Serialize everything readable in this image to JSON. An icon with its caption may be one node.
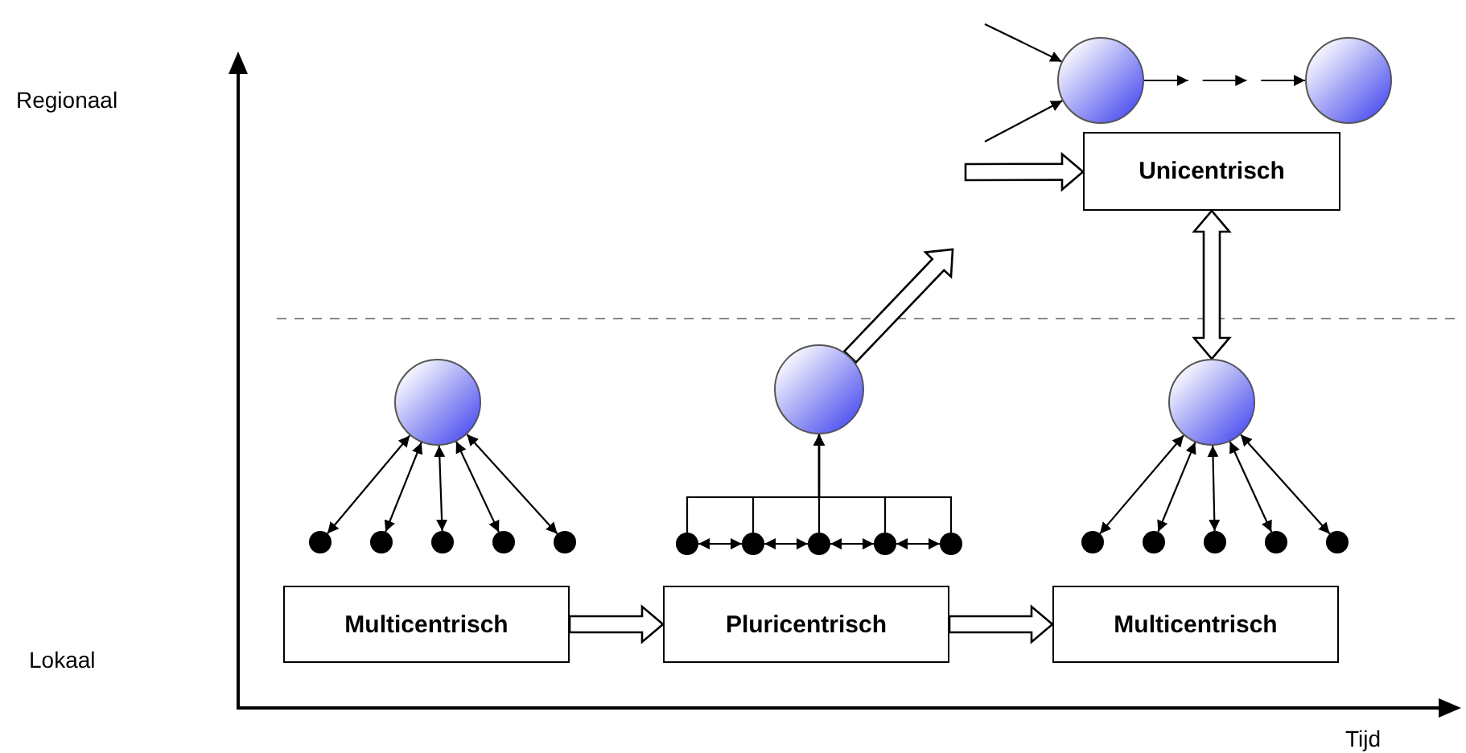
{
  "diagram": {
    "nodes": [
      {
        "text": [],
        "shape": "circle"
      },
      {
        "text": [],
        "shape": "circle"
      },
      {
        "text": [
          "Unicentrisch"
        ]
      },
      {
        "text": [],
        "shape": "circle"
      },
      {
        "text": [],
        "shape": "circle"
      },
      {
        "text": [],
        "shape": "circle"
      },
      {
        "text": [],
        "shape": "circle"
      },
      {
        "text": [],
        "shape": "circle"
      },
      {
        "text": [],
        "shape": "circle"
      },
      {
        "text": [],
        "shape": "circle"
      },
      {
        "text": [],
        "shape": "circle"
      },
      {
        "text": [],
        "shape": "circle"
      },
      {
        "text": [],
        "shape": "circle"
      },
      {
        "text": [],
        "shape": "circle"
      },
      {
        "text": [],
        "shape": "circle"
      },
      {
        "text": [],
        "shape": "circle"
      },
      {
        "text": [],
        "shape": "circle"
      },
      {
        "text": [],
        "shape": "circle"
      },
      {
        "text": [],
        "shape": "circle"
      },
      {
        "text": [],
        "shape": "circle"
      },
      {
        "text": [],
        "shape": "circle"
      },
      {
        "text": [
          "Multicentrisch"
        ]
      },
      {
        "text": [
          "Pluricentrisch"
        ]
      },
      {
        "text": [
          "Multicentrisch"
        ]
      }
    ],
    "edges": [
      {
        "from": null,
        "to": 0,
        "arrow": "to"
      },
      {
        "from": null,
        "to": 0,
        "arrow": "to"
      },
      {
        "from": 0,
        "to": 1,
        "arrow": "to",
        "style": "dashed"
      },
      {
        "from": 9,
        "to": null,
        "arrow": "to",
        "style": "thick"
      },
      {
        "from": null,
        "to": 2,
        "arrow": "to",
        "style": "thick"
      },
      {
        "from": 2,
        "to": 15,
        "arrow": "both",
        "style": "thick"
      },
      {
        "from": 4,
        "to": 3,
        "arrow": "both"
      },
      {
        "from": 5,
        "to": 3,
        "arrow": "both"
      },
      {
        "from": 6,
        "to": 3,
        "arrow": "both"
      },
      {
        "from": 7,
        "to": 3,
        "arrow": "both"
      },
      {
        "from": 8,
        "to": 3,
        "arrow": "both"
      },
      {
        "from": 10,
        "to": 9,
        "arrow": "to"
      },
      {
        "from": 11,
        "to": 9,
        "arrow": "to"
      },
      {
        "from": 12,
        "to": 9,
        "arrow": "to"
      },
      {
        "from": 13,
        "to": 9,
        "arrow": "to"
      },
      {
        "from": 14,
        "to": 9,
        "arrow": "to"
      },
      {
        "from": 10,
        "to": 11,
        "arrow": "both"
      },
      {
        "from": 11,
        "to": 12,
        "arrow": "both"
      },
      {
        "from": 12,
        "to": 13,
        "arrow": "both"
      },
      {
        "from": 13,
        "to": 14,
        "arrow": "both"
      },
      {
        "from": 16,
        "to": 15,
        "arrow": "both"
      },
      {
        "from": 17,
        "to": 15,
        "arrow": "both"
      },
      {
        "from": 18,
        "to": 15,
        "arrow": "both"
      },
      {
        "from": 19,
        "to": 15,
        "arrow": "both"
      },
      {
        "from": 20,
        "to": 15,
        "arrow": "both"
      },
      {
        "from": 21,
        "to": 22,
        "arrow": "to",
        "style": "thick"
      },
      {
        "from": 22,
        "to": 23,
        "arrow": "to",
        "style": "thick"
      }
    ],
    "labels": [
      "Regionaal",
      "Lokaal",
      "Tijd"
    ]
  }
}
